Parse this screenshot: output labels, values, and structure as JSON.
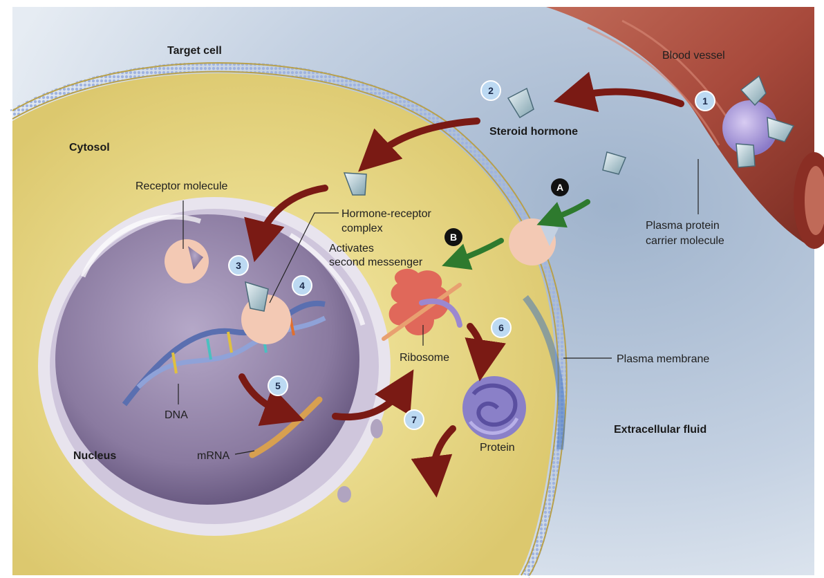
{
  "labels": {
    "target_cell": "Target cell",
    "blood_vessel": "Blood vessel",
    "cytosol": "Cytosol",
    "steroid_hormone": "Steroid hormone",
    "receptor_molecule": "Receptor molecule",
    "hormone_receptor_1": "Hormone-receptor",
    "hormone_receptor_2": "complex",
    "activates_1": "Activates",
    "activates_2": "second messenger",
    "plasma_protein_1": "Plasma protein",
    "plasma_protein_2": "carrier molecule",
    "ribosome": "Ribosome",
    "plasma_membrane": "Plasma membrane",
    "dna": "DNA",
    "extracellular_fluid": "Extracellular fluid",
    "protein": "Protein",
    "nucleus": "Nucleus",
    "mrna": "mRNA"
  },
  "steps": [
    "1",
    "2",
    "3",
    "4",
    "5",
    "6",
    "7"
  ],
  "pathways": [
    "A",
    "B"
  ],
  "colors": {
    "background": "#c9d6e6",
    "cytosol": "#ecdc8a",
    "nucleus": "#8a7aa0",
    "blood_vessel": "#a84a3c",
    "arrow_red": "#7a1a14",
    "arrow_green": "#2e7a2e",
    "step_badge": "#bcd9f2",
    "ribosome": "#e0685a",
    "protein": "#8a80c8"
  }
}
